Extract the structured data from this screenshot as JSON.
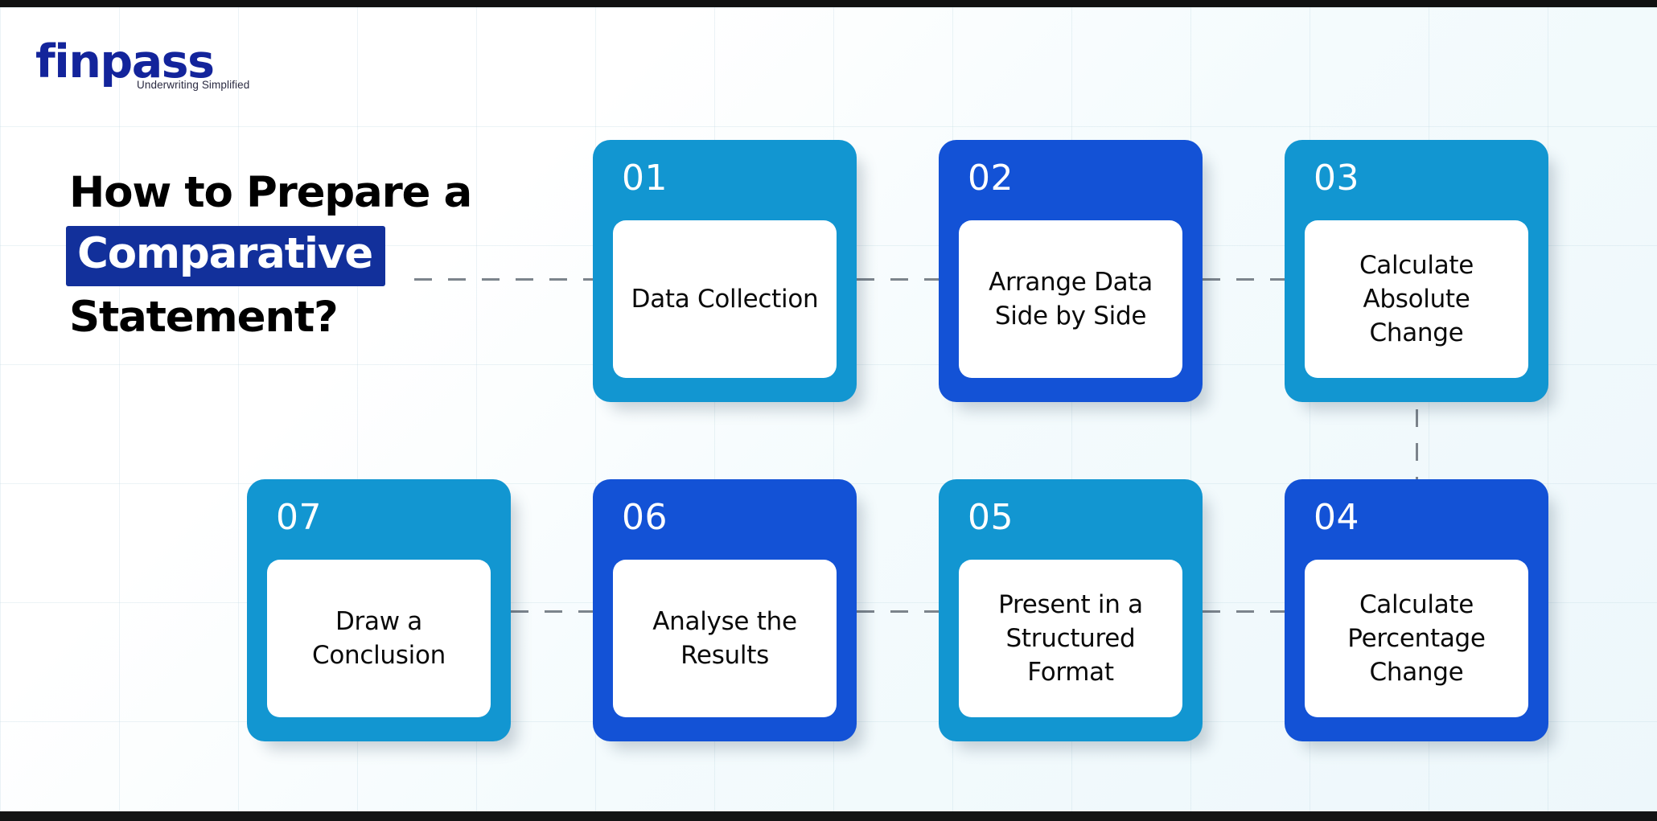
{
  "brand": {
    "name": "finpass",
    "tagline": "Underwriting Simplified",
    "logo_color": "#13249B"
  },
  "heading": {
    "line1": "How to Prepare a",
    "line2_highlight": "Comparative",
    "line3": "Statement?",
    "highlight_bg": "#12309B",
    "text_color": "#000000"
  },
  "palette": {
    "light_blue": "#1296D1",
    "dark_blue": "#1352D6",
    "card_inner": "#FFFFFF",
    "connector": "#7C848C",
    "background": "#F4FBFD"
  },
  "steps": [
    {
      "number": "01",
      "label": "Data Collection",
      "color": "light_blue",
      "row": 1,
      "col": 1
    },
    {
      "number": "02",
      "label": "Arrange Data Side by Side",
      "color": "dark_blue",
      "row": 1,
      "col": 2
    },
    {
      "number": "03",
      "label": "Calculate Absolute Change",
      "color": "light_blue",
      "row": 1,
      "col": 3
    },
    {
      "number": "04",
      "label": "Calculate Percentage Change",
      "color": "dark_blue",
      "row": 2,
      "col": 3
    },
    {
      "number": "05",
      "label": "Present in a Structured Format",
      "color": "light_blue",
      "row": 2,
      "col": 2
    },
    {
      "number": "06",
      "label": "Analyse the Results",
      "color": "dark_blue",
      "row": 2,
      "col": 1
    },
    {
      "number": "07",
      "label": "Draw a Conclusion",
      "color": "light_blue",
      "row": 2,
      "col": 0
    }
  ]
}
